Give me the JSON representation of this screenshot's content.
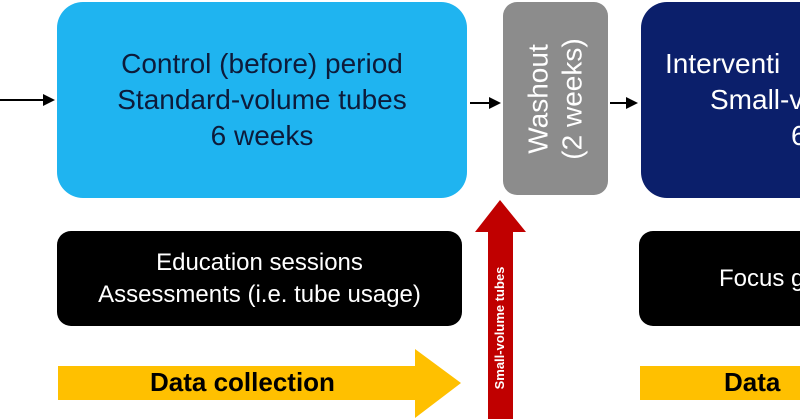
{
  "control_period": {
    "lines": [
      "Control (before) period",
      "Standard-volume tubes",
      "6 weeks"
    ]
  },
  "washout": {
    "lines": [
      "Washout",
      "(2 weeks)"
    ]
  },
  "intervention_period": {
    "lines": [
      "Interventi",
      "Small-v",
      "6"
    ]
  },
  "education": {
    "lines": [
      "Education sessions",
      "Assessments (i.e. tube usage)"
    ]
  },
  "focus_groups": {
    "lines": [
      "Focus g"
    ]
  },
  "data_collection": {
    "left_label": "Data collection",
    "right_label": "Data"
  },
  "small_volume_arrow": {
    "label": "Small-volume tubes"
  },
  "colors": {
    "control_box": "#1fb4f0",
    "washout_box": "#8c8c8c",
    "intervention_box": "#0b1f6b",
    "info_box": "#000000",
    "data_collection_arrow": "#ffc000",
    "small_volume_arrow": "#c00000",
    "connector_arrow": "#000000"
  }
}
